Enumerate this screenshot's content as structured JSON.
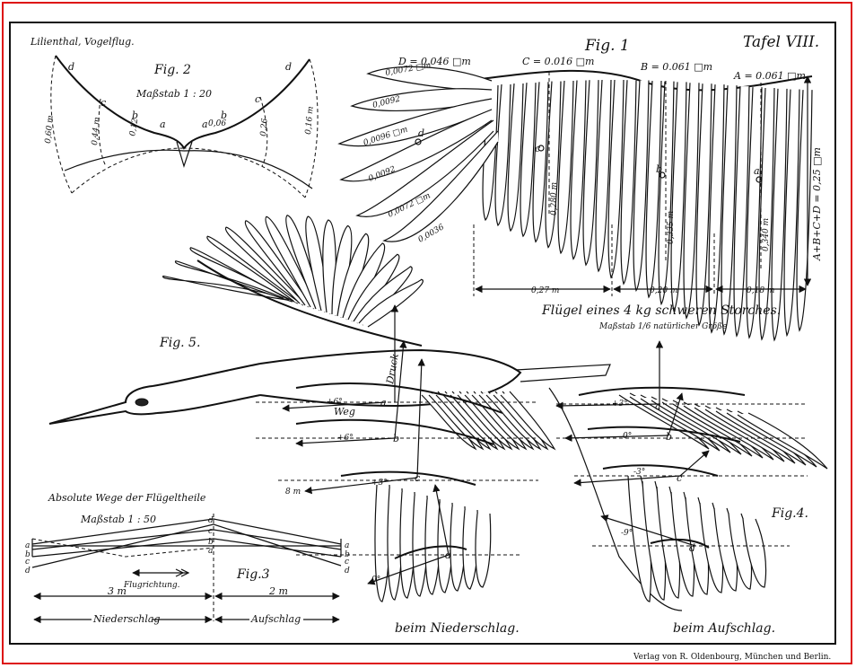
{
  "plate": {
    "header_left": "Lilienthal, Vogelflug.",
    "tafel": "Tafel VIII.",
    "publisher": "Verlag von R. Oldenbourg, München und Berlin."
  },
  "fig1": {
    "label": "Fig. 1",
    "caption": "Flügel eines 4 kg schweren Storches.",
    "scale": "Maßstab 1/6 natürlicher Größe",
    "areas": {
      "D": "D = 0.046 □m",
      "C": "C = 0.016 □m",
      "B": "B = 0.061 □m",
      "A": "A = 0.061 □m"
    },
    "feather_areas": [
      "0,0072 □m",
      "0,0092",
      "0,0096 □m",
      "0,0092",
      "0,0072 □m",
      "0,0036"
    ],
    "sum": "A+B+C+D = 0,25 □m",
    "heights": [
      "0,280 m",
      "0,335 m",
      "0,340 m"
    ],
    "widths": [
      "0,27 m",
      "0,20 m",
      "0,18 m"
    ],
    "points": [
      "a",
      "b",
      "c",
      "d"
    ]
  },
  "fig2": {
    "label": "Fig. 2",
    "scale": "Maßstab 1 : 20",
    "distances": [
      "0,60 m",
      "0,44 m",
      "0,12",
      "0,06",
      "0,26",
      "0,16 m"
    ],
    "points": [
      "a",
      "b",
      "c",
      "d"
    ]
  },
  "fig3": {
    "label": "Fig.3",
    "title": "Absolute Wege der Flügeltheile",
    "scale": "Maßstab 1 : 50",
    "direction": "Flugrichtung.",
    "dist_down": "3 m",
    "dist_up": "2 m",
    "phase_down": "Niederschlag",
    "phase_up": "Aufschlag",
    "points": [
      "a",
      "b",
      "c",
      "d"
    ]
  },
  "fig4": {
    "label": "Fig.4.",
    "caption": "beim Aufschlag.",
    "angles": [
      "+3°",
      "0°",
      "-3°",
      "-9°"
    ],
    "points": [
      "a",
      "b",
      "c",
      "d"
    ]
  },
  "fig5": {
    "label": "Fig. 5.",
    "caption": "beim Niederschlag.",
    "druck": "Druck",
    "weg": "Weg",
    "speed": "8 m",
    "angles": [
      "+6°",
      "+6°",
      "+3°",
      "0°"
    ],
    "points": [
      "a",
      "b",
      "c",
      "d"
    ]
  }
}
